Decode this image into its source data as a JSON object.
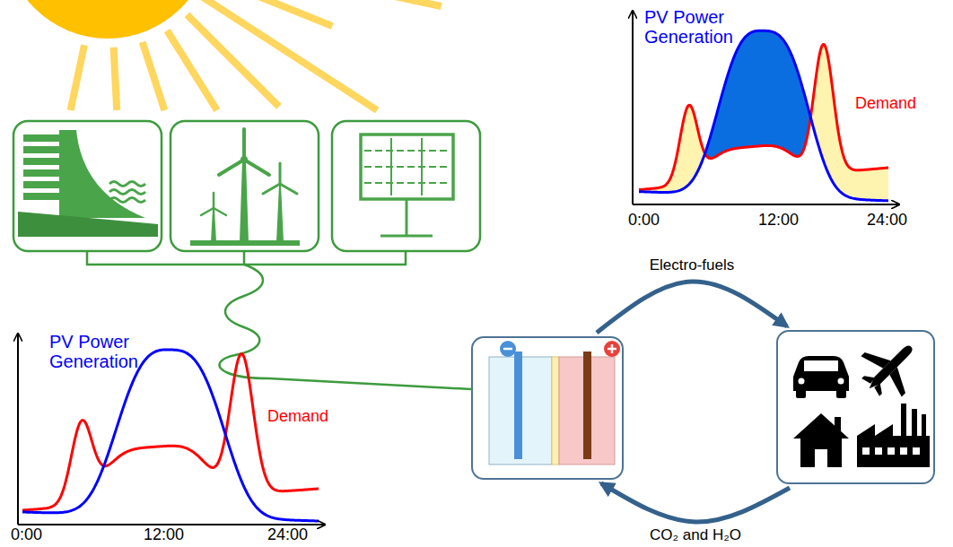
{
  "diagram": {
    "nodes": [
      {
        "text": []
      },
      {
        "text": []
      }
    ],
    "edges": [
      {
        "from": 0,
        "to": 1,
        "arrow": "to",
        "label": "Electro-fuels"
      },
      {
        "from": 1,
        "to": 0,
        "arrow": "to",
        "label": "CO₂ and H₂O"
      }
    ],
    "labels": [
      "PV Power Generation",
      "Demand",
      "0:00",
      "12:00",
      "24:00",
      "PV Power Generation",
      "Demand",
      "0:00",
      "12:00",
      "24:00"
    ]
  }
}
